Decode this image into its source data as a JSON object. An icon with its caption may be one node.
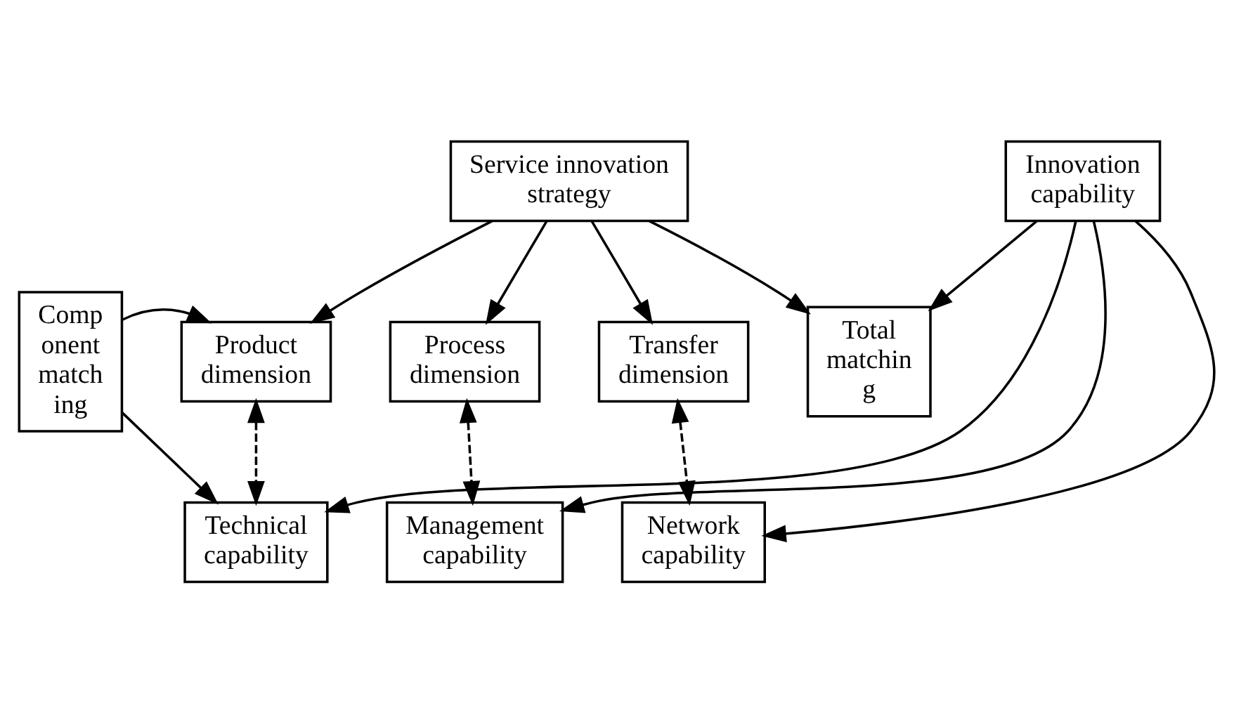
{
  "diagram": {
    "nodes": [
      {
        "text": [
          "Service innovation strategy"
        ]
      },
      {
        "text": [
          "Product dimension"
        ]
      },
      {
        "text": [
          "Process dimension"
        ]
      },
      {
        "text": [
          "Transfer dimension"
        ]
      },
      {
        "text": [
          "Comp onent match ing"
        ]
      },
      {
        "text": [
          "Technical capability"
        ]
      },
      {
        "text": [
          "Management capability"
        ]
      },
      {
        "text": [
          "Network capability"
        ]
      },
      {
        "text": [
          "Total matchin g"
        ]
      },
      {
        "text": [
          "Innovation capability"
        ]
      }
    ],
    "edges": [
      {
        "from": 0,
        "to": 1,
        "arrow": "to"
      },
      {
        "from": 0,
        "to": 2,
        "arrow": "to"
      },
      {
        "from": 0,
        "to": 3,
        "arrow": "to"
      },
      {
        "from": 0,
        "to": 8,
        "arrow": "to"
      },
      {
        "from": 4,
        "to": 1,
        "arrow": "to"
      },
      {
        "from": 4,
        "to": 5,
        "arrow": "to"
      },
      {
        "from": 1,
        "to": 5,
        "arrow": "both",
        "style": "dashed"
      },
      {
        "from": 2,
        "to": 6,
        "arrow": "both",
        "style": "dashed"
      },
      {
        "from": 3,
        "to": 7,
        "arrow": "both",
        "style": "dashed"
      },
      {
        "from": 9,
        "to": 5,
        "arrow": "to"
      },
      {
        "from": 9,
        "to": 6,
        "arrow": "to"
      },
      {
        "from": 9,
        "to": 7,
        "arrow": "to"
      },
      {
        "from": 9,
        "to": 8,
        "arrow": "to"
      }
    ]
  }
}
